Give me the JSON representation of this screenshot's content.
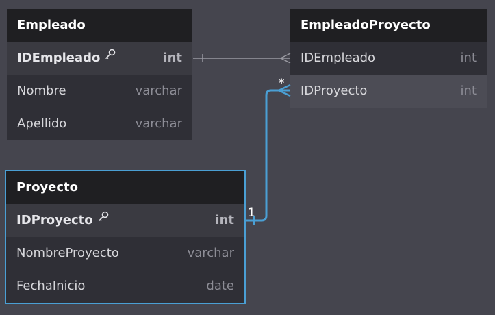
{
  "tables": {
    "empleado": {
      "name": "Empleado",
      "columns": [
        {
          "name": "IDEmpleado",
          "type": "int",
          "key": true
        },
        {
          "name": "Nombre",
          "type": "varchar"
        },
        {
          "name": "Apellido",
          "type": "varchar"
        }
      ]
    },
    "empleado_proyecto": {
      "name": "EmpleadoProyecto",
      "columns": [
        {
          "name": "IDEmpleado",
          "type": "int"
        },
        {
          "name": "IDProyecto",
          "type": "int"
        }
      ]
    },
    "proyecto": {
      "name": "Proyecto",
      "columns": [
        {
          "name": "IDProyecto",
          "type": "int",
          "key": true
        },
        {
          "name": "NombreProyecto",
          "type": "varchar"
        },
        {
          "name": "FechaInicio",
          "type": "date"
        }
      ]
    }
  },
  "relationships": [
    {
      "from": "Empleado.IDEmpleado",
      "to": "EmpleadoProyecto.IDEmpleado"
    },
    {
      "from": "Proyecto.IDProyecto",
      "to": "EmpleadoProyecto.IDProyecto",
      "from_cardinality": "1",
      "to_cardinality": "*",
      "highlighted": true
    }
  ],
  "colors": {
    "background": "#45454e",
    "highlight": "#4a9fd4",
    "connector": "#9a9aa2"
  }
}
